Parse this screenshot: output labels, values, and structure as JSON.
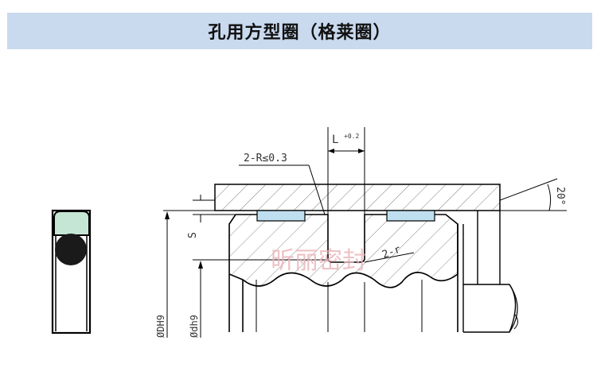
{
  "title": "孔用方型圈（格莱圈）",
  "labels": {
    "L": "L",
    "L_tol": "+0.2",
    "radius": "2-R≤0.3",
    "angle": "20°",
    "S": "S",
    "bore_dia": "ØDH9",
    "groove_dia": "Ødh9",
    "r": "2-r"
  },
  "watermark": "昕丽密封",
  "colors": {
    "title_bg": "#c9d9ee",
    "seal_ring": "#c6e6d5",
    "o_ring": "#1a1a1a",
    "slide_ring": "#bfdff0",
    "watermark": "#e9b3b8"
  }
}
